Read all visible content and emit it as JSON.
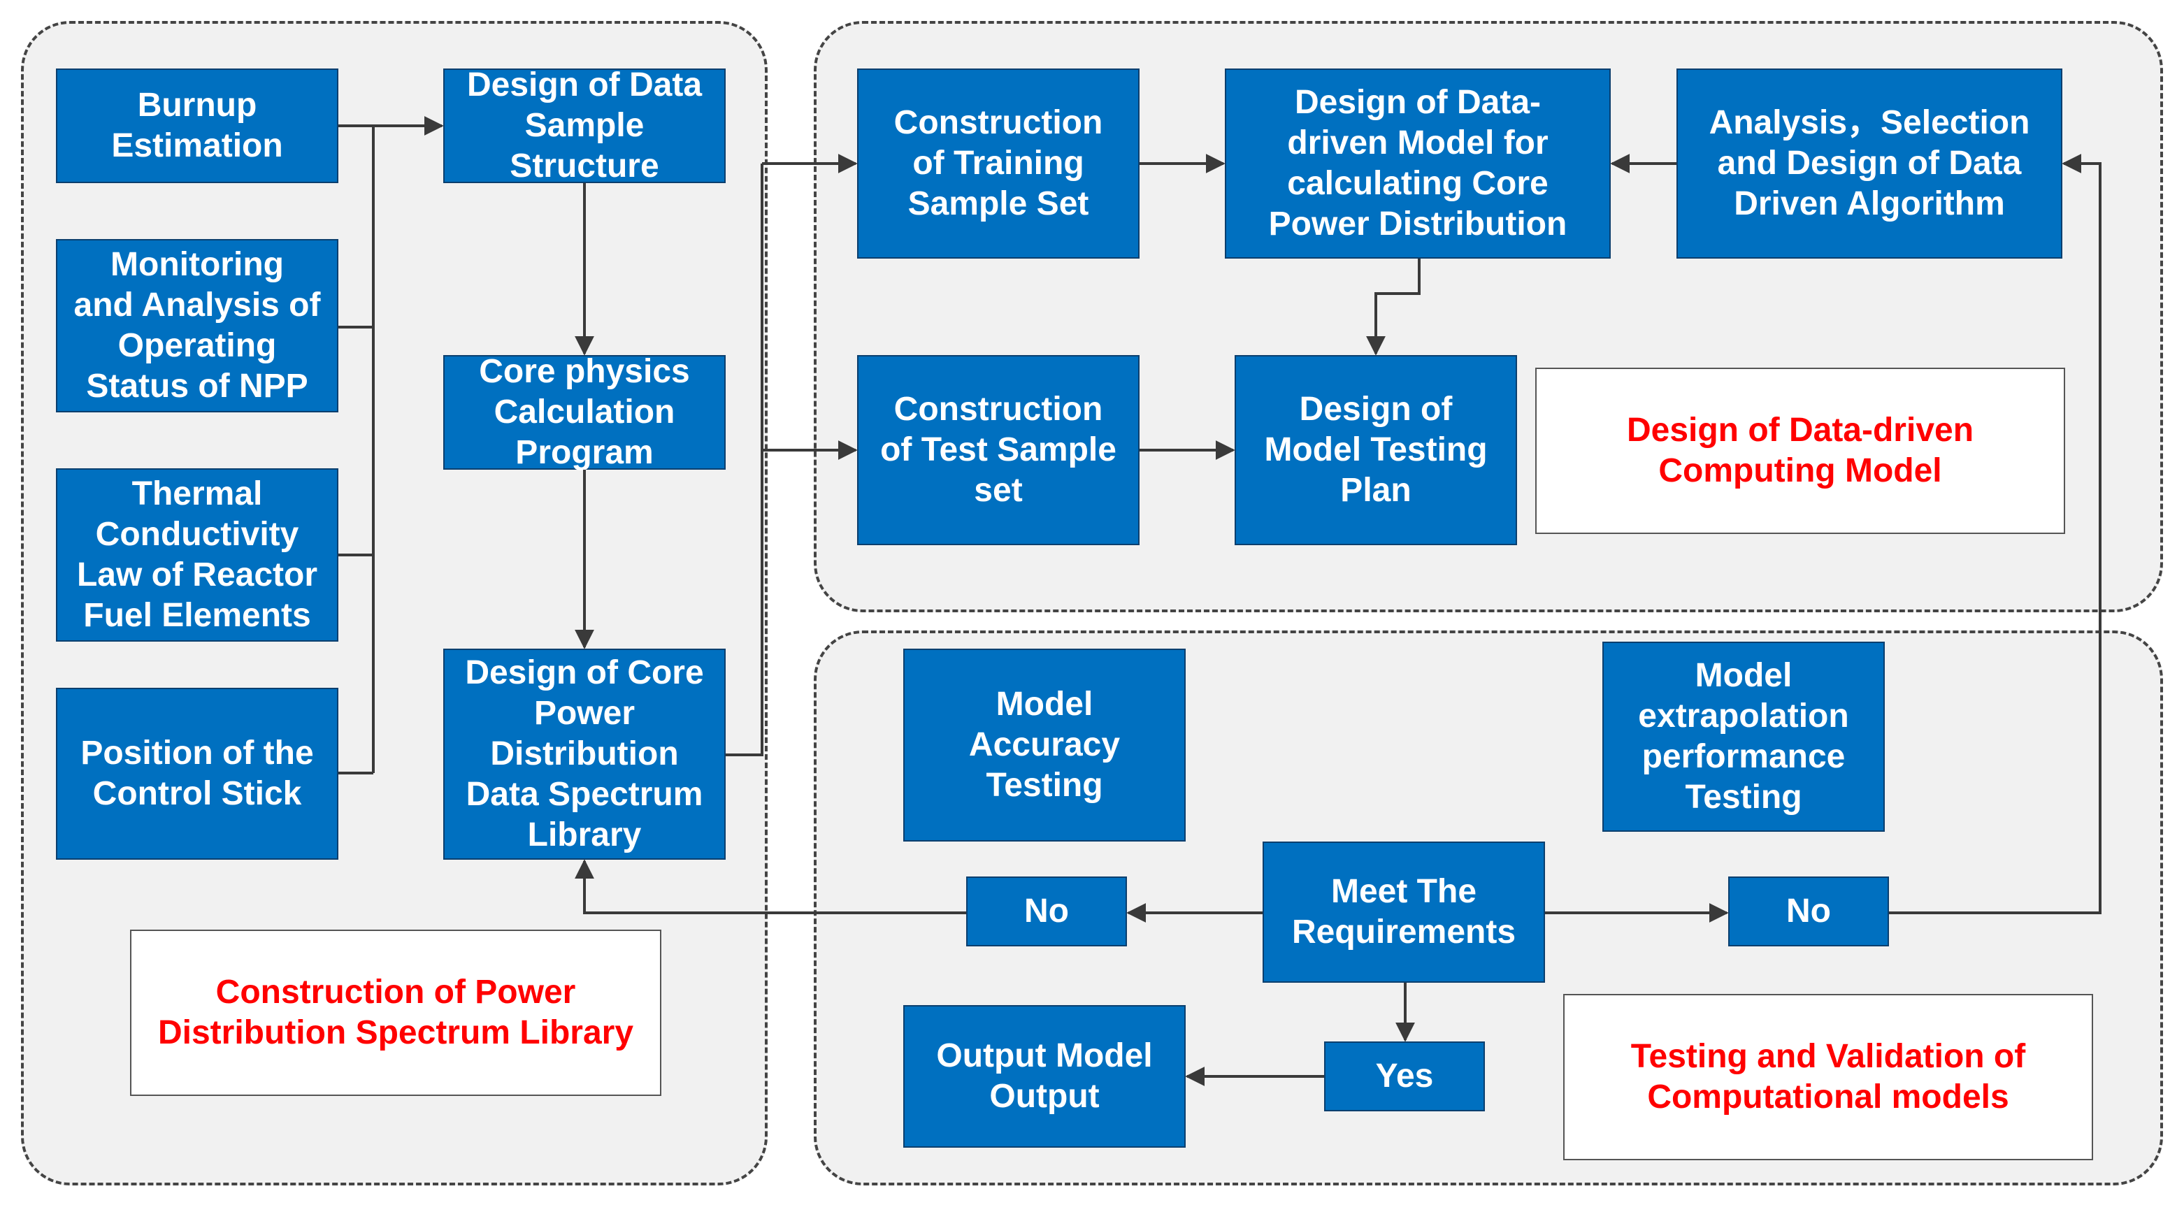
{
  "regions": {
    "library": "Construction of Power\nDistribution Spectrum Library",
    "model": "Design of Data-driven\nComputing Model",
    "testing": "Testing and Validation of\nComputational models"
  },
  "nodes": {
    "burnup": "Burnup\nEstimation",
    "monitoring": "Monitoring\nand Analysis of\nOperating\nStatus of NPP",
    "thermal": "Thermal\nConductivity\nLaw of Reactor\nFuel Elements",
    "control_stick": "Position of the\nControl Stick",
    "sample_structure": "Design of Data\nSample\nStructure",
    "core_program": "Core physics\nCalculation\nProgram",
    "spectrum_library": "Design of Core\nPower\nDistribution\nData Spectrum\nLibrary",
    "training_set": "Construction\nof Training\nSample Set",
    "data_driven_model": "Design of Data-\ndriven Model for\ncalculating Core\nPower Distribution",
    "algorithm": "Analysis，Selection\nand Design of Data\nDriven Algorithm",
    "test_set": "Construction\nof Test Sample\nset",
    "testing_plan": "Design of\nModel Testing\nPlan",
    "accuracy": "Model\nAccuracy\nTesting",
    "extrapolation": "Model\nextrapolation\nperformance\nTesting",
    "meet": "Meet The\nRequirements",
    "no_left": "No",
    "no_right": "No",
    "yes": "Yes",
    "output": "Output Model\nOutput"
  }
}
